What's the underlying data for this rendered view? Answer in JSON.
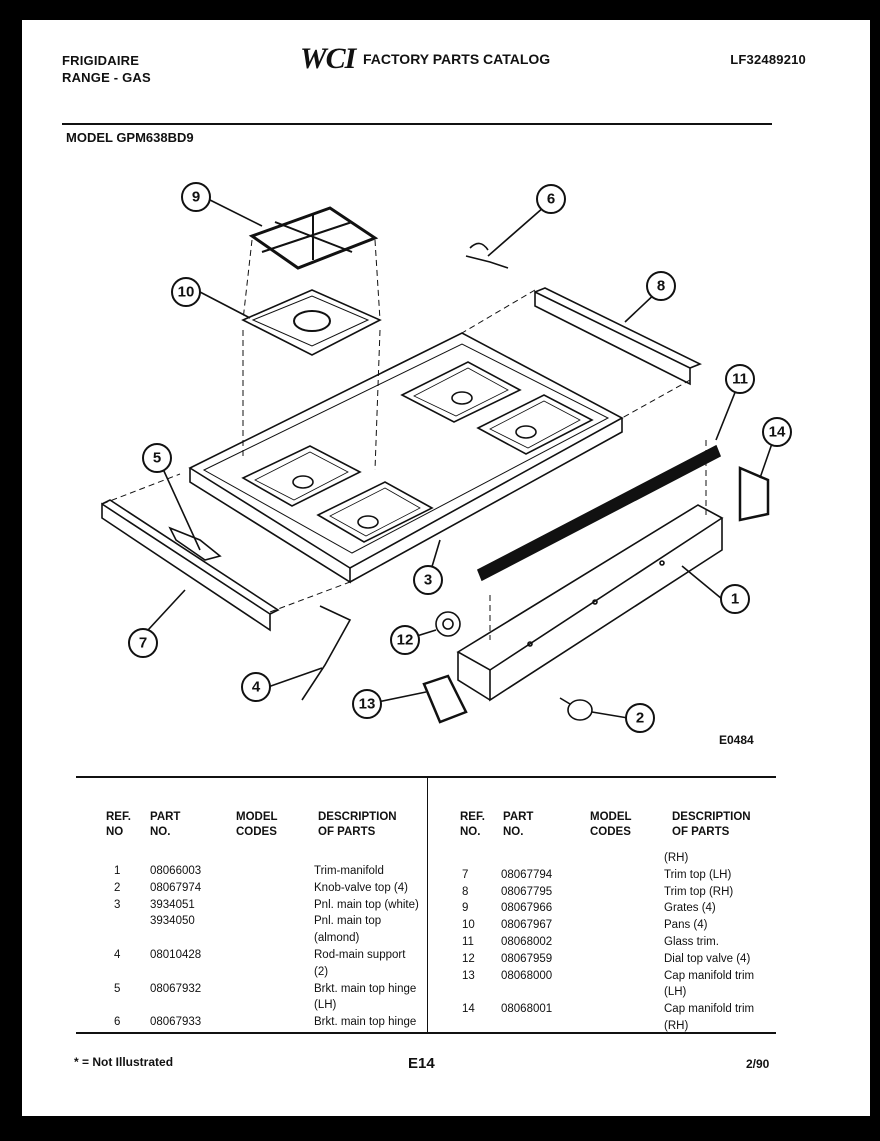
{
  "header": {
    "brand": "FRIGIDAIRE",
    "category": "RANGE - GAS",
    "logo": "WCI",
    "catalog_title": "FACTORY PARTS CATALOG",
    "catalog_number": "LF32489210"
  },
  "model_line": "MODEL GPM638BD9",
  "diagram": {
    "code": "E0484",
    "callouts": [
      "1",
      "2",
      "3",
      "4",
      "5",
      "6",
      "7",
      "8",
      "9",
      "10",
      "11",
      "12",
      "13",
      "14"
    ]
  },
  "table": {
    "headers": {
      "ref": [
        "REF.",
        "NO"
      ],
      "part": [
        "PART",
        "NO."
      ],
      "model": [
        "MODEL",
        "CODES"
      ],
      "desc": [
        "DESCRIPTION",
        "OF PARTS"
      ],
      "ref_r": [
        "REF.",
        "NO."
      ],
      "part_r": [
        "PART",
        "NO."
      ],
      "model_r": [
        "MODEL",
        "CODES"
      ],
      "desc_r": [
        "DESCRIPTION",
        "OF PARTS"
      ]
    },
    "left_rows": [
      {
        "ref": "1",
        "part": "08066003",
        "desc": "Trim-manifold"
      },
      {
        "ref": "2",
        "part": "08067974",
        "desc": "Knob-valve top (4)"
      },
      {
        "ref": "3",
        "part": "3934051",
        "desc": "Pnl. main top (white)"
      },
      {
        "ref": "",
        "part": "3934050",
        "desc": "Pnl. main top"
      },
      {
        "ref": "",
        "part": "",
        "desc": "(almond)"
      },
      {
        "ref": "4",
        "part": "08010428",
        "desc": "Rod-main support"
      },
      {
        "ref": "",
        "part": "",
        "desc": "(2)"
      },
      {
        "ref": "5",
        "part": "08067932",
        "desc": "Brkt. main top hinge"
      },
      {
        "ref": "",
        "part": "",
        "desc": "(LH)"
      },
      {
        "ref": "6",
        "part": "08067933",
        "desc": "Brkt. main top hinge"
      }
    ],
    "right_rows": [
      {
        "ref": "",
        "part": "",
        "desc": "(RH)"
      },
      {
        "ref": "7",
        "part": "08067794",
        "desc": "Trim top (LH)"
      },
      {
        "ref": "8",
        "part": "08067795",
        "desc": "Trim top (RH)"
      },
      {
        "ref": "9",
        "part": "08067966",
        "desc": "Grates (4)"
      },
      {
        "ref": "10",
        "part": "08067967",
        "desc": "Pans (4)"
      },
      {
        "ref": "11",
        "part": "08068002",
        "desc": "Glass trim."
      },
      {
        "ref": "12",
        "part": "08067959",
        "desc": "Dial top valve (4)"
      },
      {
        "ref": "13",
        "part": "08068000",
        "desc": "Cap manifold trim"
      },
      {
        "ref": "",
        "part": "",
        "desc": "(LH)"
      },
      {
        "ref": "14",
        "part": "08068001",
        "desc": "Cap manifold trim"
      },
      {
        "ref": "",
        "part": "",
        "desc": "(RH)"
      }
    ]
  },
  "footer": {
    "note": "* = Not Illustrated",
    "page": "E14",
    "date": "2/90"
  }
}
